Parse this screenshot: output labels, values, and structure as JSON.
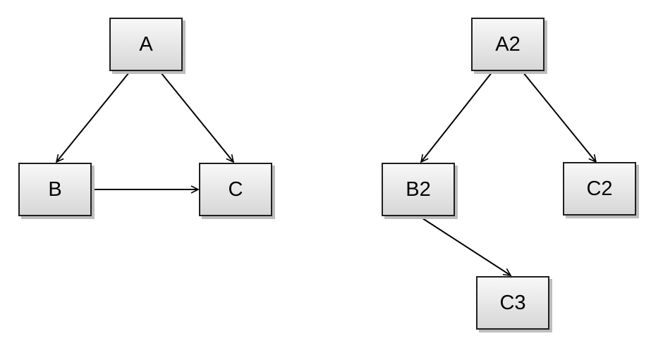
{
  "colors": {
    "background": "#ffffff",
    "node_border": "#1f1f1f",
    "node_fill_top": "#f8f8f8",
    "node_fill_bottom": "#d7d7d7",
    "node_shadow": "#bdbdbd",
    "edge_color": "#000000",
    "label_color": "#000000"
  },
  "graphs": [
    {
      "name": "left-triangle-graph",
      "nodes": [
        {
          "id": "A",
          "label": "A"
        },
        {
          "id": "B",
          "label": "B"
        },
        {
          "id": "C",
          "label": "C"
        }
      ],
      "edges": [
        {
          "from": "A",
          "to": "B"
        },
        {
          "from": "A",
          "to": "C"
        },
        {
          "from": "B",
          "to": "C"
        }
      ]
    },
    {
      "name": "right-tree-graph",
      "nodes": [
        {
          "id": "A2",
          "label": "A2"
        },
        {
          "id": "B2",
          "label": "B2"
        },
        {
          "id": "C2",
          "label": "C2"
        },
        {
          "id": "C3",
          "label": "C3"
        }
      ],
      "edges": [
        {
          "from": "A2",
          "to": "B2"
        },
        {
          "from": "A2",
          "to": "C2"
        },
        {
          "from": "B2",
          "to": "C3"
        }
      ]
    }
  ]
}
